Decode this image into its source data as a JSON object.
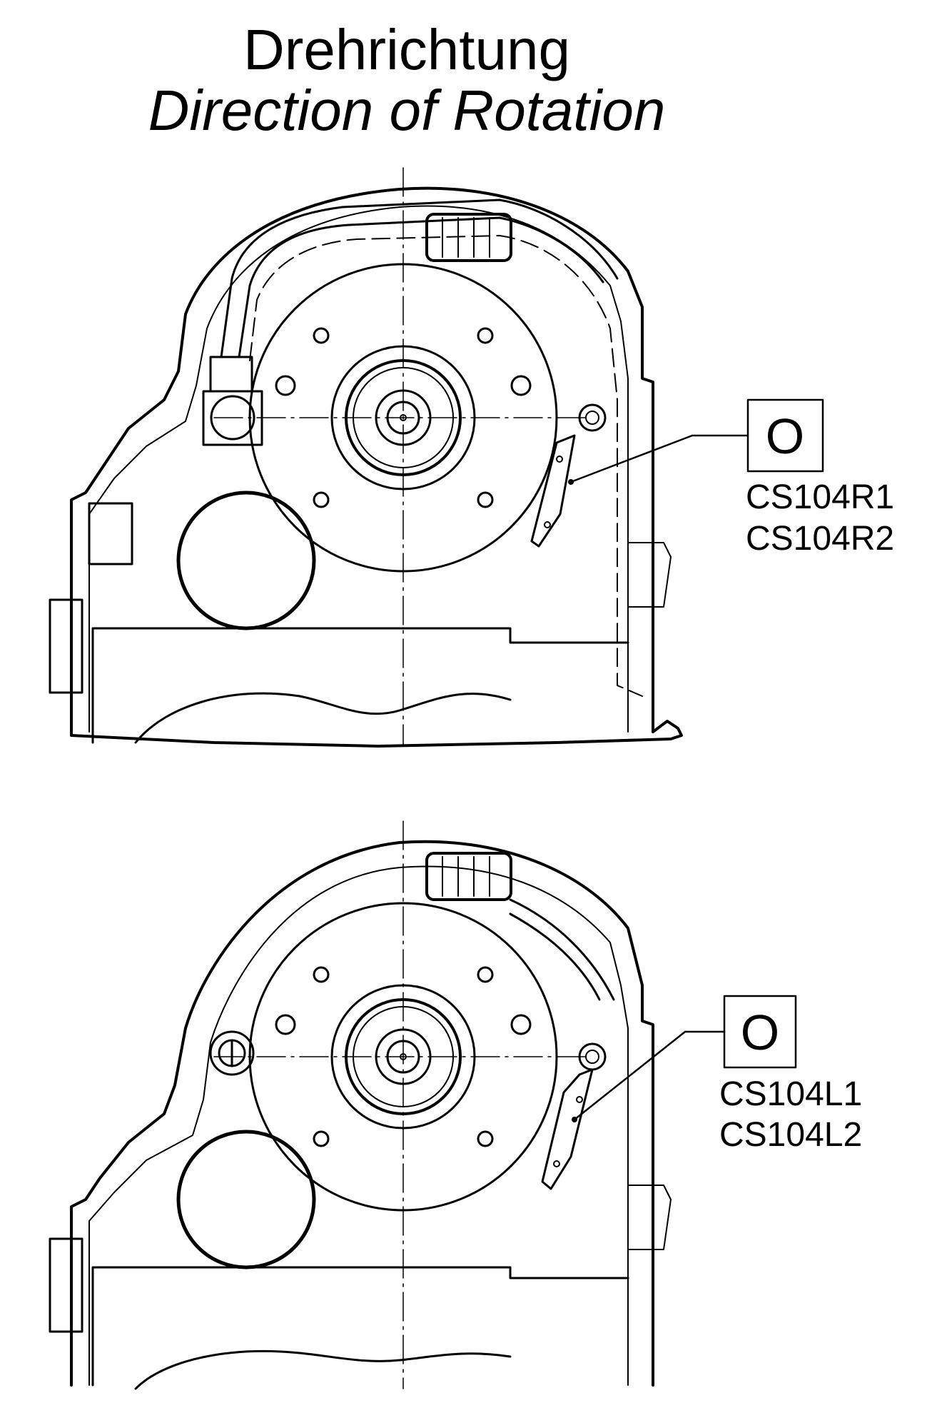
{
  "title": {
    "de": "Drehrichtung",
    "en": "Direction of Rotation"
  },
  "views": [
    {
      "callout_letter": "O",
      "codes": [
        "CS104R1",
        "CS104R2"
      ]
    },
    {
      "callout_letter": "O",
      "codes": [
        "CS104L1",
        "CS104L2"
      ]
    }
  ]
}
